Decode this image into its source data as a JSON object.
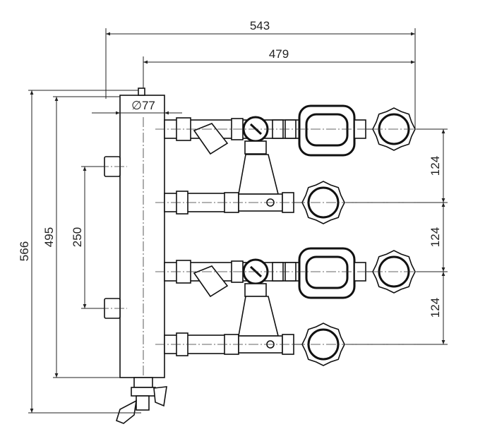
{
  "dimensions": {
    "overall_width": "543",
    "outlet_width": "479",
    "diameter": "∅77",
    "overall_height": "566",
    "body_height": "495",
    "side_port_spacing": "250",
    "circuit_spacing_1": "124",
    "circuit_spacing_2": "124",
    "circuit_spacing_3": "124"
  }
}
